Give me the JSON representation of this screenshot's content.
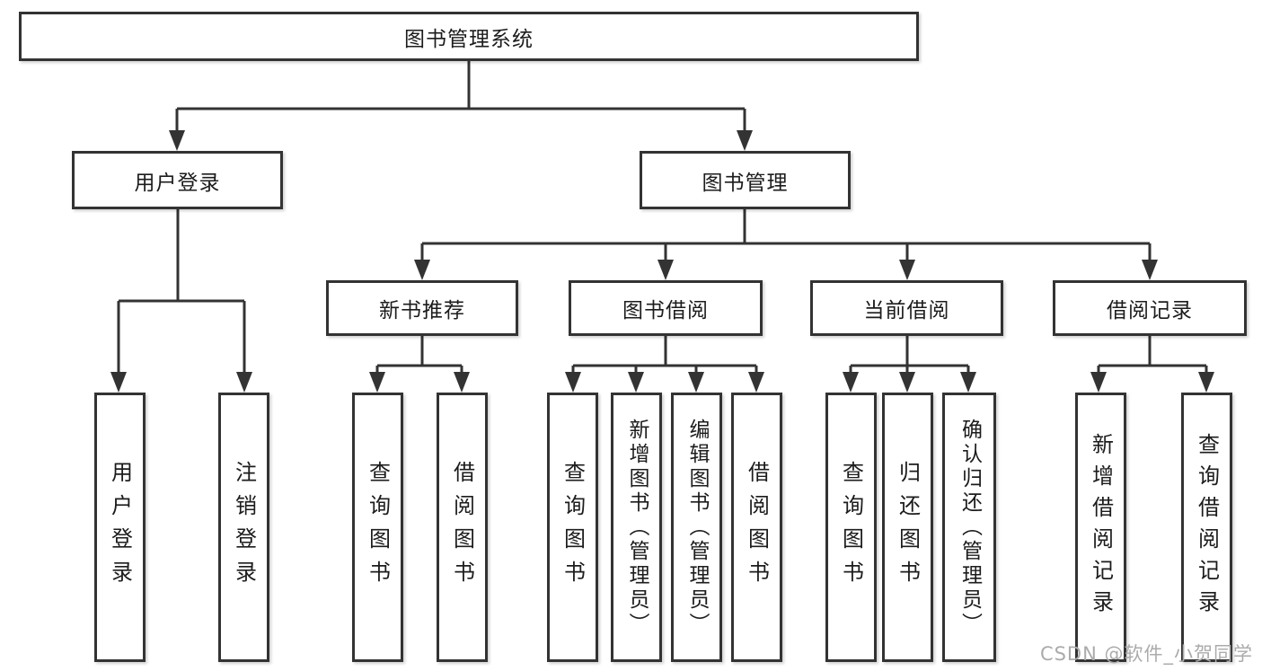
{
  "diagram": {
    "type": "hierarchy-tree",
    "line_color": "#333333",
    "text_color": "#1c1c1c",
    "background": "#ffffff",
    "tree": {
      "label": "图书管理系统",
      "children": [
        {
          "label": "用户登录",
          "children": [
            {
              "label": "用户登录"
            },
            {
              "label": "注销登录"
            }
          ]
        },
        {
          "label": "图书管理",
          "children": [
            {
              "label": "新书推荐",
              "children": [
                {
                  "label": "查询图书"
                },
                {
                  "label": "借阅图书"
                }
              ]
            },
            {
              "label": "图书借阅",
              "children": [
                {
                  "label": "查询图书"
                },
                {
                  "label": "新增图书（管理员）"
                },
                {
                  "label": "编辑图书（管理员）"
                },
                {
                  "label": "借阅图书"
                }
              ]
            },
            {
              "label": "当前借阅",
              "children": [
                {
                  "label": "查询图书"
                },
                {
                  "label": "归还图书"
                },
                {
                  "label": "确认归还（管理员）"
                }
              ]
            },
            {
              "label": "借阅记录",
              "children": [
                {
                  "label": "新增借阅记录"
                },
                {
                  "label": "查询借阅记录"
                }
              ]
            }
          ]
        }
      ]
    },
    "watermark": "CSDN @软件_小贺同学"
  }
}
